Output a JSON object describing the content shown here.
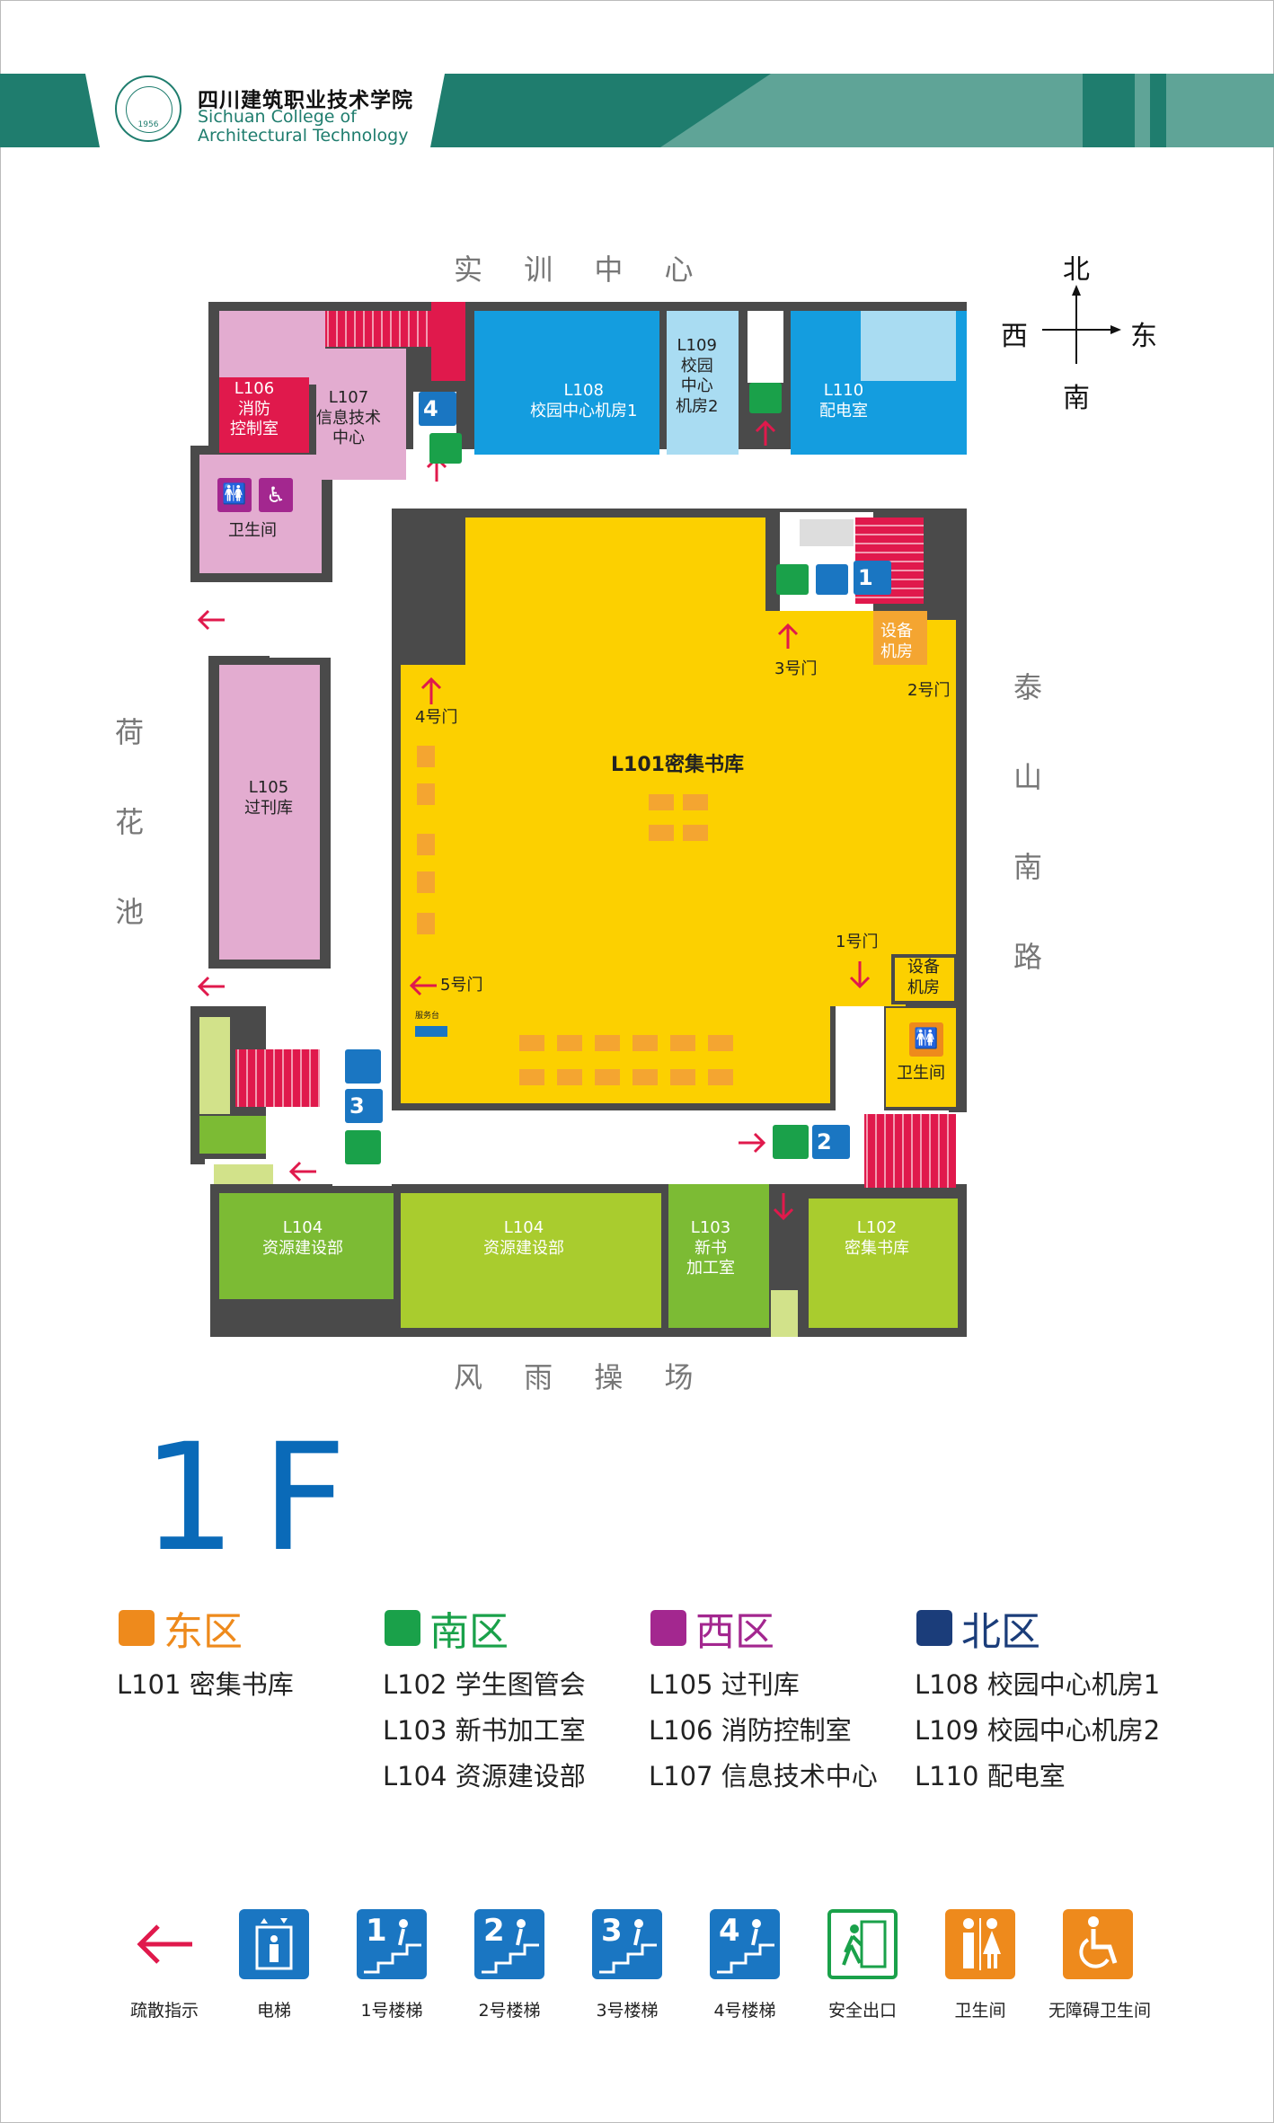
{
  "header": {
    "school_cn": "四川建筑职业技术学院",
    "school_en_1": "Sichuan College of",
    "school_en_2": "Architectural Technology",
    "logo_year": "1956"
  },
  "compass": {
    "north": "北",
    "south": "南",
    "west": "西",
    "east": "东"
  },
  "surroundings": {
    "top": "实 训 中 心",
    "bottom": "风 雨 操 场",
    "left_chars": [
      "荷",
      "花",
      "池"
    ],
    "right_chars": [
      "泰",
      "山",
      "南",
      "路"
    ]
  },
  "rooms": {
    "l101": "L101密集书库",
    "l102": [
      "L102",
      "密集书库"
    ],
    "l103": [
      "L103",
      "新书",
      "加工室"
    ],
    "l104a": [
      "L104",
      "资源建设部"
    ],
    "l104b": [
      "L104",
      "资源建设部"
    ],
    "l105": [
      "L105",
      "过刊库"
    ],
    "l106": [
      "L106",
      "消防",
      "控制室"
    ],
    "l107": [
      "L107",
      "信息技术",
      "中心"
    ],
    "l108": [
      "L108",
      "校园中心机房1"
    ],
    "l109": [
      "L109",
      "校园",
      "中心",
      "机房2"
    ],
    "l110": [
      "L110",
      "配电室"
    ],
    "toilet_west": "卫生间",
    "toilet_east": "卫生间",
    "equip_north": [
      "设备",
      "机房"
    ],
    "equip_east": [
      "设备",
      "机房"
    ],
    "service_desk": "服务台"
  },
  "doors": {
    "d1": "1号门",
    "d2": "2号门",
    "d3": "3号门",
    "d4": "4号门",
    "d5": "5号门"
  },
  "stair_numbers": {
    "s1": "1",
    "s2": "2",
    "s3": "3",
    "s4": "4"
  },
  "floor_label": "1F",
  "zones": [
    {
      "title": "东区",
      "color": "#ee8a1c",
      "items": [
        "L101 密集书库"
      ]
    },
    {
      "title": "南区",
      "color": "#1aa14a",
      "items": [
        "L102 学生图管会",
        "L103 新书加工室",
        "L104 资源建设部"
      ]
    },
    {
      "title": "西区",
      "color": "#a3278f",
      "items": [
        "L105 过刊库",
        "L106 消防控制室",
        "L107 信息技术中心"
      ]
    },
    {
      "title": "北区",
      "color": "#1b3d7a",
      "items": [
        "L108 校园中心机房1",
        "L109 校园中心机房2",
        "L110 配电室"
      ]
    }
  ],
  "legend": [
    {
      "icon": "evacuation-arrow-icon",
      "label": "疏散指示"
    },
    {
      "icon": "elevator-icon",
      "label": "电梯"
    },
    {
      "icon": "stair-1-icon",
      "label": "1号楼梯",
      "num": "1"
    },
    {
      "icon": "stair-2-icon",
      "label": "2号楼梯",
      "num": "2"
    },
    {
      "icon": "stair-3-icon",
      "label": "3号楼梯",
      "num": "3"
    },
    {
      "icon": "stair-4-icon",
      "label": "4号楼梯",
      "num": "4"
    },
    {
      "icon": "exit-icon",
      "label": "安全出口"
    },
    {
      "icon": "toilet-icon",
      "label": "卫生间"
    },
    {
      "icon": "accessible-toilet-icon",
      "label": "无障碍卫生间"
    }
  ],
  "colors": {
    "brand": "#1f7d6e",
    "reading_yellow": "#fcd000",
    "north_blue": "#149ddf",
    "west_pink": "#e3acd0",
    "south_green": "#7cbb34",
    "light_green": "#a9cc2e",
    "red_stair": "#e0194c",
    "floor_blue": "#0a6ab8"
  }
}
